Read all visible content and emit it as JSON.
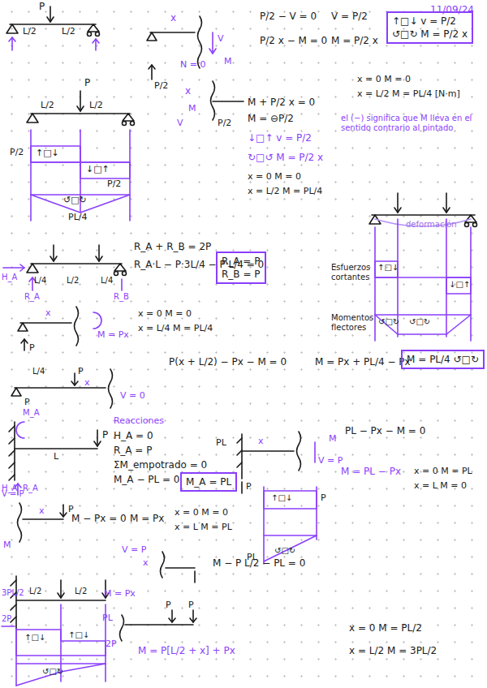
{
  "diagram": {
    "nodes": [
      {
        "text": [
          "↑□↓ v = P/2",
          "↺□↻ M = P/2 x"
        ]
      },
      {
        "text": [
          "R_A = P",
          "R_B = P"
        ]
      },
      {
        "text": [
          "M = PL/4 ↺□↻"
        ]
      },
      {
        "text": [
          "M_A = PL"
        ]
      }
    ],
    "labels": [
      "11/09/24",
      "P",
      "L/2",
      "L/2",
      "x",
      "N = 0",
      "M",
      "V",
      "P/2",
      "P/2 − V = 0",
      "V = P/2",
      "P/2 x − M = 0",
      "M = P/2 x",
      "x = 0   M = 0",
      "x = L/2   M = PL/4 [N·m]",
      "P",
      "L/2",
      "L/2",
      "x",
      "M",
      "V",
      "P/2",
      "M + P/2 x = 0",
      "M = ⊖P/2",
      "el (−) significa que M lleva en el sentido contrario al pintado",
      "↓□↑ v = P/2",
      "↻□↺ M = P/2 x",
      "x = 0   M = 0",
      "x = L/2   M = PL/4",
      "P/2",
      "↑□↓",
      "↓□↑",
      "P/2",
      "↺□↻",
      "PL/4",
      "deformación",
      "Esfuerzos cortantes",
      "Momentos flectores",
      "↑□↓",
      "↓□↑",
      "↺□↻",
      "↺□↻",
      "L/4",
      "L/2",
      "L/4",
      "H_A",
      "R_A",
      "R_B",
      "R_A + R_B = 2P",
      "R_A·L − P·3L/4 − P·L/4 = 0",
      "x",
      "M = Px",
      "P",
      "x = 0   M = 0",
      "x = L/4   M = PL/4",
      "L/4",
      "P",
      "x",
      "V = 0",
      "P",
      "P(x + L/2) − Px − M = 0",
      "M = Px + PL/4 − Px",
      "Reacciones",
      "H_A = 0",
      "R_A = P",
      "ΣM_empotrado = 0",
      "M_A − PL = 0",
      "L",
      "P",
      "M_A",
      "H_A",
      "R_A",
      "PL",
      "x",
      "V = P",
      "M",
      "P",
      "PL − Px − M = 0",
      "M = PL − Px",
      "x = 0   M = PL",
      "x = L   M = 0",
      "V = P",
      "x",
      "P",
      "M",
      "M − Px = 0",
      "M = Px",
      "x = 0   M = 0",
      "x = L   M = PL",
      "↑□↓",
      "P",
      "PL",
      "↺□↻",
      "L/2",
      "L/2",
      "3PL/2",
      "2P",
      "V = P",
      "x",
      "M = Px",
      "M − P L/2 − PL = 0",
      "PL",
      "2P",
      "P",
      "P",
      "M = P[L/2 + x] + Px",
      "x = 0   M = PL/2",
      "x = L/2   M = 3PL/2",
      "↑□↓",
      "↑□↓",
      "↺□↻"
    ]
  }
}
